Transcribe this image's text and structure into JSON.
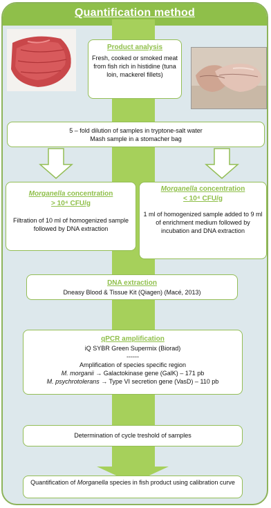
{
  "title": "Quantification method",
  "product": {
    "header": "Product analysis",
    "body": "Fresh, cooked or smoked meat from fish rich in histidine (tuna loin, mackerel fillets)"
  },
  "photos": {
    "left": "tuna-loin-photo",
    "right": "mackerel-fillets-photo"
  },
  "dilution": {
    "line1": "5 – fold dilution of samples in tryptone-salt water",
    "line2": "Mash sample in a stomacher bag"
  },
  "high_branch": {
    "genus": "Morganella",
    "header_rest": " concentration",
    "threshold": "> 10⁴ CFU/g",
    "body": "Filtration of 10 ml of homogenized sample followed by DNA extraction"
  },
  "low_branch": {
    "genus": "Morganella",
    "header_rest": " concentration",
    "threshold": "< 10⁴ CFU/g",
    "body": "1 ml of homogenized sample added to 9 ml of enrichment medium followed by incubation and DNA extraction"
  },
  "dna": {
    "header": "DNA extraction",
    "body": "Dneasy Blood & Tissue Kit (Qiagen) (Macé, 2013)"
  },
  "qpcr": {
    "header": "qPCR amplification",
    "line1": "iQ SYBR Green Supermix (Biorad)",
    "line2": "------",
    "line3": "Amplification of species specific region",
    "species1": "M. morganii",
    "target1": " → Galactokinase gene (GalK) – 171 pb",
    "species2": "M. psychrotolerans",
    "target2": " → Type VI secretion gene (VasD) – 110 pb"
  },
  "threshold_step": "Determination of cycle treshold of samples",
  "final": {
    "prefix": "Quantification of ",
    "genus": "Morganella",
    "suffix": " species in fish product using calibration curve"
  }
}
